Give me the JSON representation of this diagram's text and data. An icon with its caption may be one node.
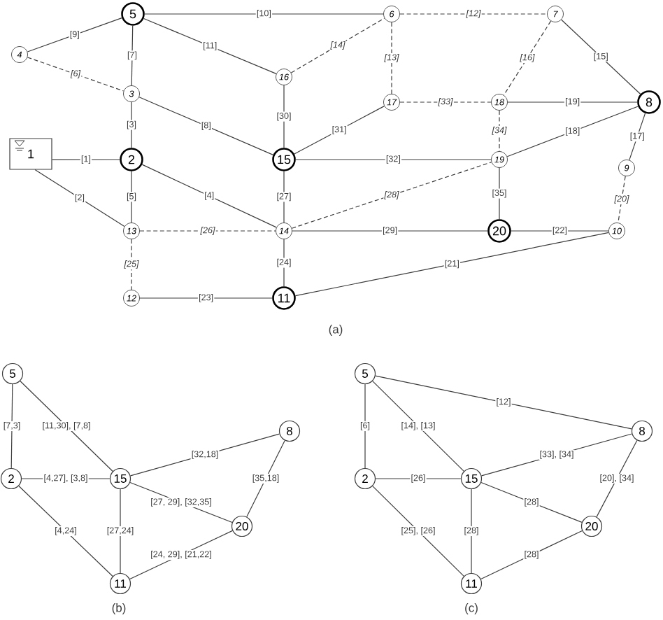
{
  "diagram": {
    "nodes": [
      {
        "text": [
          "5"
        ]
      },
      {
        "text": [
          "6"
        ]
      },
      {
        "text": [
          "7"
        ]
      },
      {
        "text": [
          "4"
        ]
      },
      {
        "text": [
          "16"
        ]
      },
      {
        "text": [
          "3"
        ]
      },
      {
        "text": [
          "17"
        ]
      },
      {
        "text": [
          "18"
        ]
      },
      {
        "text": [
          "8"
        ]
      },
      {
        "text": [
          "1"
        ]
      },
      {
        "text": [
          "2"
        ]
      },
      {
        "text": [
          "15"
        ]
      },
      {
        "text": [
          "19"
        ]
      },
      {
        "text": [
          "9"
        ]
      },
      {
        "text": [
          "13"
        ]
      },
      {
        "text": [
          "14"
        ]
      },
      {
        "text": [
          "20"
        ]
      },
      {
        "text": [
          "10"
        ]
      },
      {
        "text": [
          "12"
        ]
      },
      {
        "text": [
          "11"
        ]
      },
      {
        "text": [
          "5"
        ]
      },
      {
        "text": [
          "8"
        ]
      },
      {
        "text": [
          "2"
        ]
      },
      {
        "text": [
          "15"
        ]
      },
      {
        "text": [
          "20"
        ]
      },
      {
        "text": [
          "11"
        ]
      },
      {
        "text": [
          "5"
        ]
      },
      {
        "text": [
          "8"
        ]
      },
      {
        "text": [
          "2"
        ]
      },
      {
        "text": [
          "15"
        ]
      },
      {
        "text": [
          "20"
        ]
      },
      {
        "text": [
          "11"
        ]
      }
    ],
    "edges": [
      {
        "from": 9,
        "to": 10,
        "arrow": "none",
        "label": "[1]"
      },
      {
        "from": 9,
        "to": 14,
        "arrow": "none",
        "label": "[2]"
      },
      {
        "from": 5,
        "to": 10,
        "arrow": "none",
        "label": "[3]"
      },
      {
        "from": 10,
        "to": 15,
        "arrow": "none",
        "label": "[4]"
      },
      {
        "from": 10,
        "to": 14,
        "arrow": "none",
        "label": "[5]"
      },
      {
        "from": 3,
        "to": 5,
        "arrow": "none",
        "label": "[6]",
        "style": "dashed"
      },
      {
        "from": 0,
        "to": 5,
        "arrow": "none",
        "label": "[7]"
      },
      {
        "from": 5,
        "to": 11,
        "arrow": "none",
        "label": "[8]"
      },
      {
        "from": 3,
        "to": 0,
        "arrow": "none",
        "label": "[9]"
      },
      {
        "from": 0,
        "to": 1,
        "arrow": "none",
        "label": "[10]"
      },
      {
        "from": 0,
        "to": 4,
        "arrow": "none",
        "label": "[11]"
      },
      {
        "from": 1,
        "to": 2,
        "arrow": "none",
        "label": "[12]",
        "style": "dashed"
      },
      {
        "from": 1,
        "to": 6,
        "arrow": "none",
        "label": "[13]",
        "style": "dashed"
      },
      {
        "from": 4,
        "to": 1,
        "arrow": "none",
        "label": "[14]",
        "style": "dashed"
      },
      {
        "from": 2,
        "to": 8,
        "arrow": "none",
        "label": "[15]"
      },
      {
        "from": 2,
        "to": 7,
        "arrow": "none",
        "label": "[16]",
        "style": "dashed"
      },
      {
        "from": 8,
        "to": 13,
        "arrow": "none",
        "label": "[17]"
      },
      {
        "from": 12,
        "to": 8,
        "arrow": "none",
        "label": "[18]"
      },
      {
        "from": 7,
        "to": 8,
        "arrow": "none",
        "label": "[19]"
      },
      {
        "from": 13,
        "to": 17,
        "arrow": "none",
        "label": "[20]",
        "style": "dashed"
      },
      {
        "from": 19,
        "to": 17,
        "arrow": "none",
        "label": "[21]"
      },
      {
        "from": 16,
        "to": 17,
        "arrow": "none",
        "label": "[22]"
      },
      {
        "from": 18,
        "to": 19,
        "arrow": "none",
        "label": "[23]"
      },
      {
        "from": 15,
        "to": 19,
        "arrow": "none",
        "label": "[24]"
      },
      {
        "from": 14,
        "to": 18,
        "arrow": "none",
        "label": "[25]",
        "style": "dashed"
      },
      {
        "from": 14,
        "to": 15,
        "arrow": "none",
        "label": "[26]",
        "style": "dashed"
      },
      {
        "from": 11,
        "to": 15,
        "arrow": "none",
        "label": "[27]"
      },
      {
        "from": 15,
        "to": 12,
        "arrow": "none",
        "label": "[28]",
        "style": "dashed"
      },
      {
        "from": 15,
        "to": 16,
        "arrow": "none",
        "label": "[29]"
      },
      {
        "from": 4,
        "to": 11,
        "arrow": "none",
        "label": "[30]"
      },
      {
        "from": 11,
        "to": 6,
        "arrow": "none",
        "label": "[31]"
      },
      {
        "from": 11,
        "to": 12,
        "arrow": "none",
        "label": "[32]"
      },
      {
        "from": 6,
        "to": 7,
        "arrow": "none",
        "label": "[33]",
        "style": "dashed"
      },
      {
        "from": 7,
        "to": 12,
        "arrow": "none",
        "label": "[34]",
        "style": "dashed"
      },
      {
        "from": 12,
        "to": 16,
        "arrow": "none",
        "label": "[35]"
      },
      {
        "from": 20,
        "to": 22,
        "arrow": "none",
        "label": "[7,3]"
      },
      {
        "from": 20,
        "to": 23,
        "arrow": "none",
        "label": "[11,30], [7,8]"
      },
      {
        "from": 22,
        "to": 23,
        "arrow": "none",
        "label": "[4,27], [3,8]"
      },
      {
        "from": 22,
        "to": 25,
        "arrow": "none",
        "label": "[4,24]"
      },
      {
        "from": 23,
        "to": 25,
        "arrow": "none",
        "label": "[27,24]"
      },
      {
        "from": 23,
        "to": 21,
        "arrow": "none",
        "label": "[32,18]"
      },
      {
        "from": 23,
        "to": 24,
        "arrow": "none",
        "label": "[27, 29], [32,35]"
      },
      {
        "from": 21,
        "to": 24,
        "arrow": "none",
        "label": "[35,18]"
      },
      {
        "from": 25,
        "to": 24,
        "arrow": "none",
        "label": "[24, 29], [21,22]"
      },
      {
        "from": 26,
        "to": 27,
        "arrow": "none",
        "label": "[12]"
      },
      {
        "from": 26,
        "to": 28,
        "arrow": "none",
        "label": "[6]"
      },
      {
        "from": 26,
        "to": 29,
        "arrow": "none",
        "label": "[14], [13]"
      },
      {
        "from": 28,
        "to": 29,
        "arrow": "none",
        "label": "[26]"
      },
      {
        "from": 28,
        "to": 31,
        "arrow": "none",
        "label": "[25], [26]"
      },
      {
        "from": 29,
        "to": 31,
        "arrow": "none",
        "label": "[28]"
      },
      {
        "from": 29,
        "to": 27,
        "arrow": "none",
        "label": "[33], [34]"
      },
      {
        "from": 29,
        "to": 30,
        "arrow": "none",
        "label": "[28]"
      },
      {
        "from": 27,
        "to": 30,
        "arrow": "none",
        "label": "[20], [34]"
      },
      {
        "from": 31,
        "to": 30,
        "arrow": "none",
        "label": "[28]"
      }
    ],
    "labels": [
      "(a)",
      "(b)",
      "(c)"
    ]
  }
}
